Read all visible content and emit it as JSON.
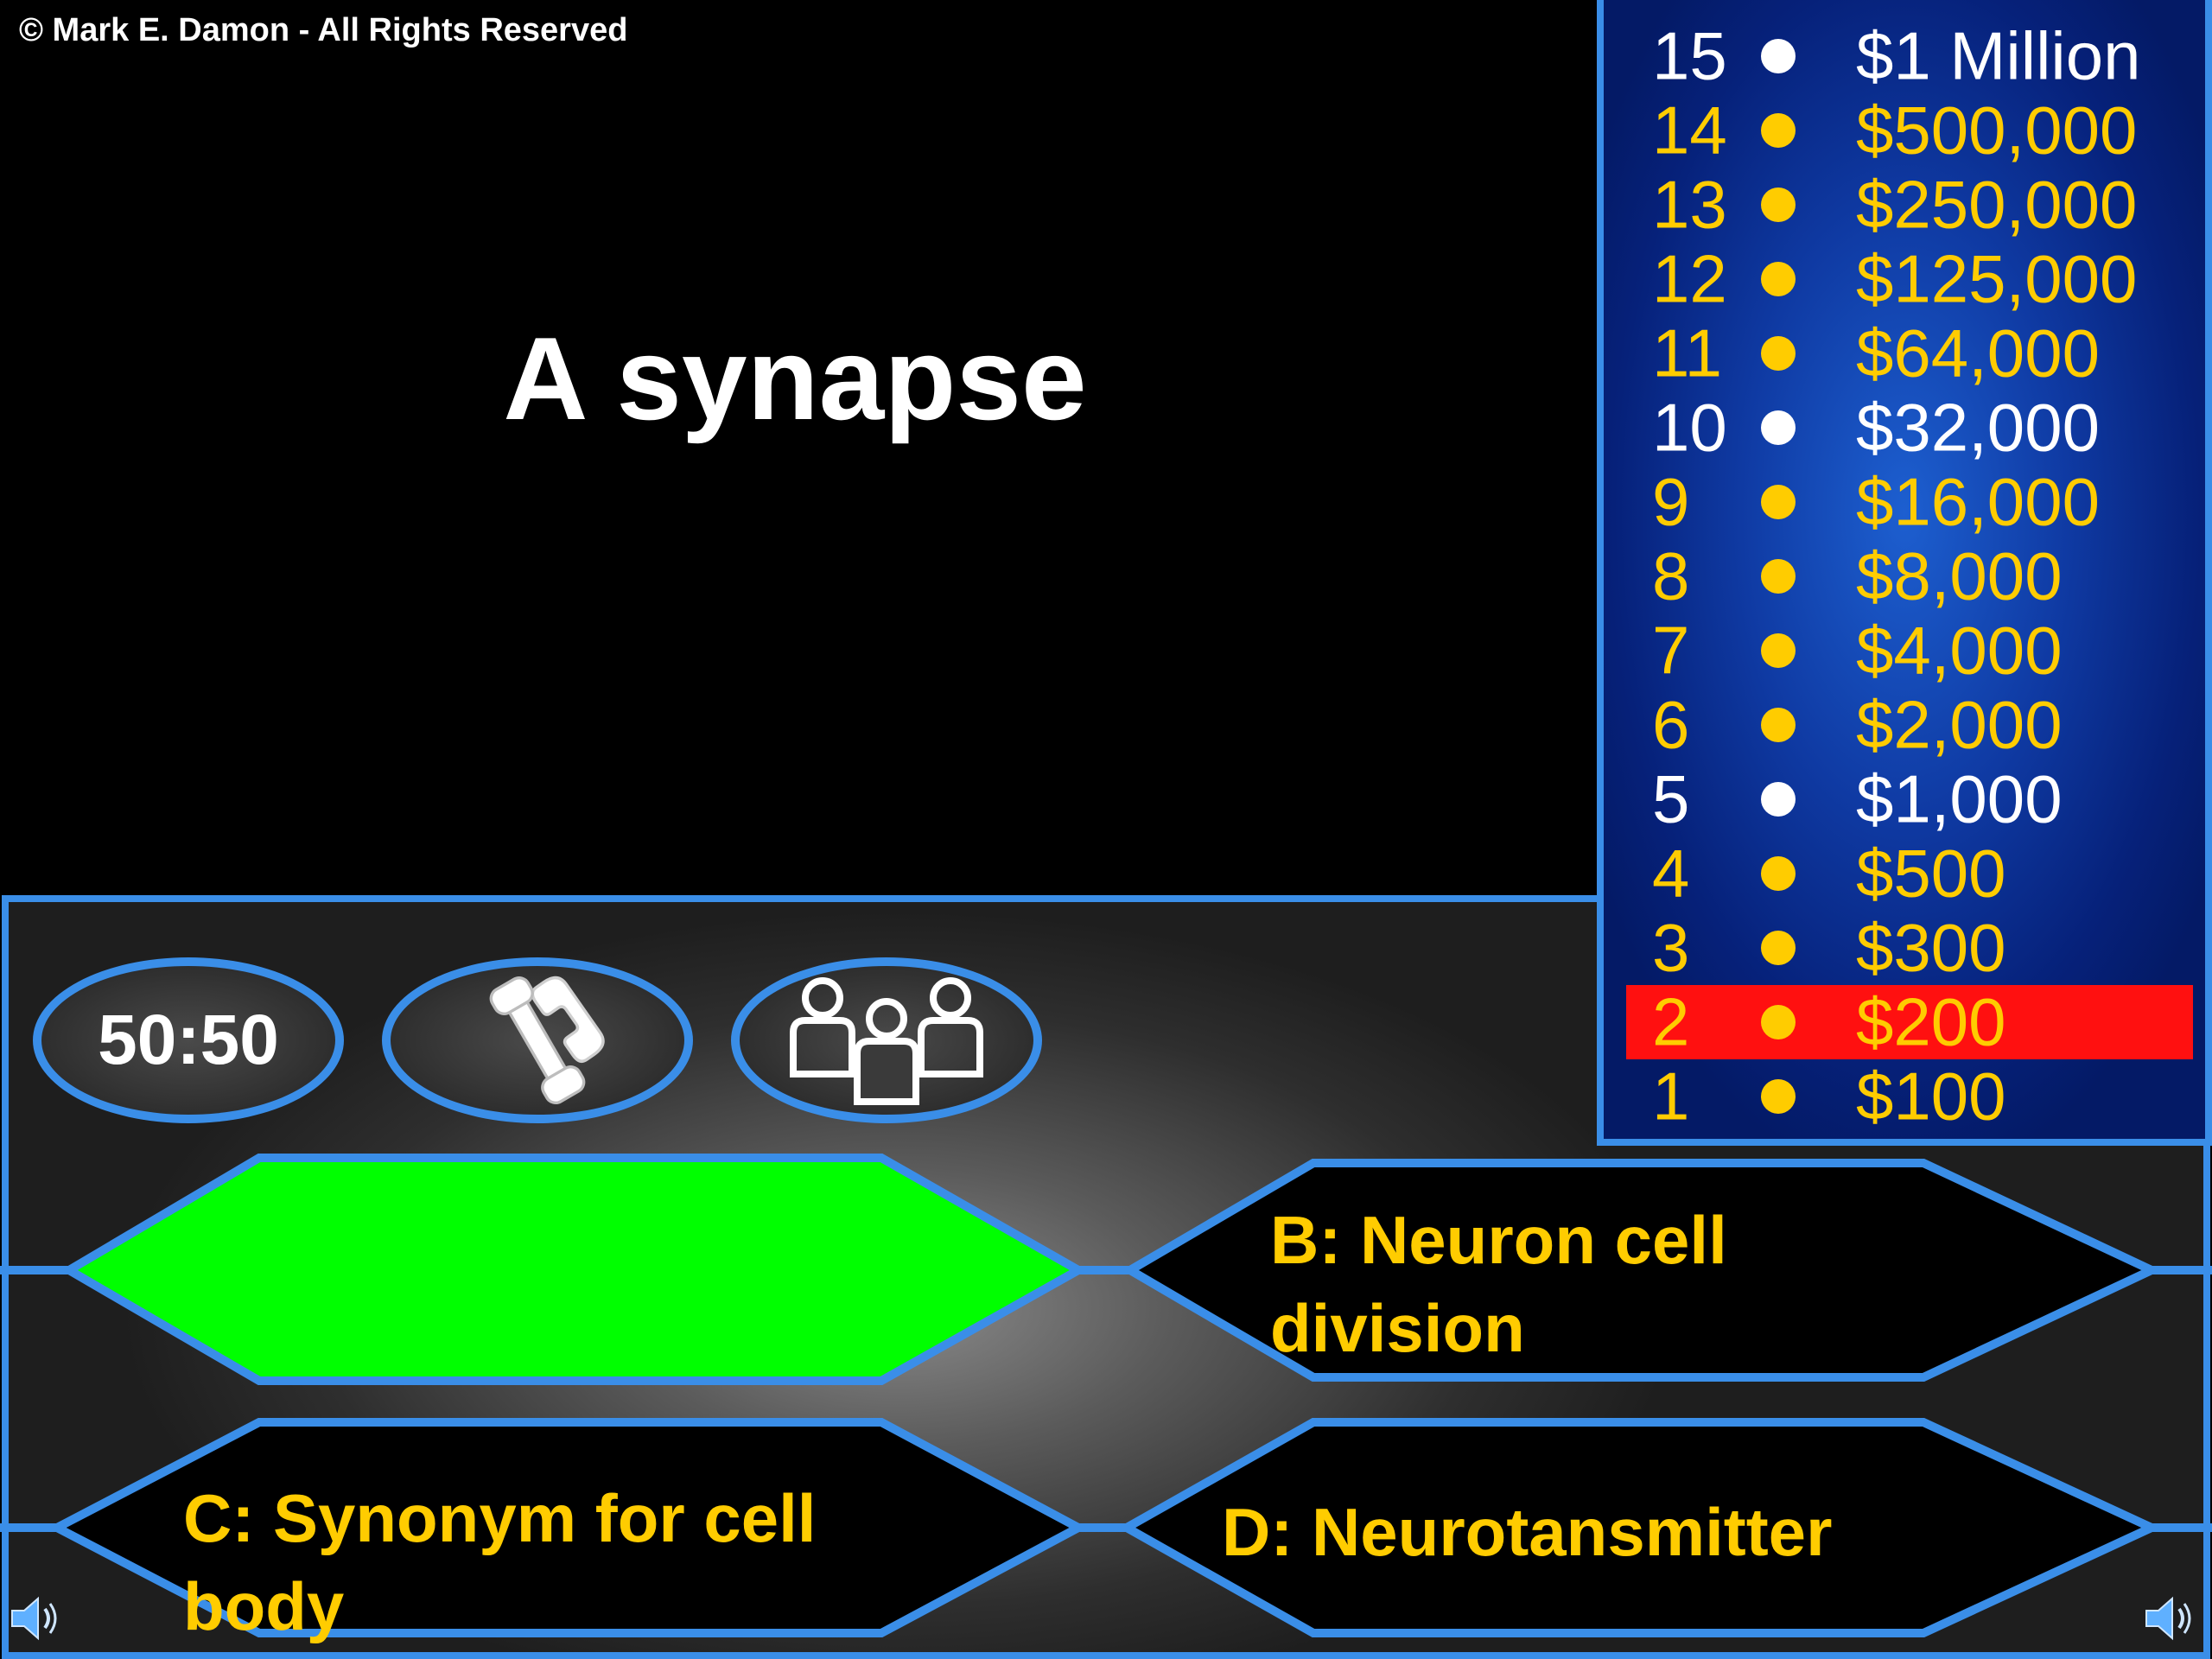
{
  "copyright": "© Mark E. Damon - All Rights Reserved",
  "question": "A synapse",
  "lifelines": {
    "fifty_fifty": "50:50",
    "phone_icon": "phone-icon",
    "audience_icon": "audience-icon"
  },
  "answers": {
    "a": {
      "text": "",
      "state": "selected-correct",
      "color": "#00ff00"
    },
    "b": {
      "text_line1": "B: Neuron cell",
      "text_line2": "division"
    },
    "c": {
      "text_line1": "C:  Synonym for cell",
      "text_line2": "body"
    },
    "d": {
      "text_line1": "D:  Neurotansmitter"
    }
  },
  "money_ladder": [
    {
      "level": "15",
      "amount": "$1 Million",
      "milestone": true
    },
    {
      "level": "14",
      "amount": "$500,000",
      "milestone": false
    },
    {
      "level": "13",
      "amount": "$250,000",
      "milestone": false
    },
    {
      "level": "12",
      "amount": "$125,000",
      "milestone": false
    },
    {
      "level": "11",
      "amount": "$64,000",
      "milestone": false
    },
    {
      "level": "10",
      "amount": "$32,000",
      "milestone": true
    },
    {
      "level": "9",
      "amount": "$16,000",
      "milestone": false
    },
    {
      "level": "8",
      "amount": "$8,000",
      "milestone": false
    },
    {
      "level": "7",
      "amount": "$4,000",
      "milestone": false
    },
    {
      "level": "6",
      "amount": "$2,000",
      "milestone": false
    },
    {
      "level": "5",
      "amount": "$1,000",
      "milestone": true
    },
    {
      "level": "4",
      "amount": "$500",
      "milestone": false
    },
    {
      "level": "3",
      "amount": "$300",
      "milestone": false
    },
    {
      "level": "2",
      "amount": "$200",
      "milestone": false,
      "current": true
    },
    {
      "level": "1",
      "amount": "$100",
      "milestone": false
    }
  ],
  "colors": {
    "accent_blue": "#3a8ee8",
    "answer_text": "#ffcc00",
    "milestone_text": "#ffffff",
    "current_highlight": "#ff1010",
    "correct_fill": "#00ff00"
  },
  "icons": {
    "speaker_left": "speaker-icon",
    "speaker_right": "speaker-icon"
  }
}
